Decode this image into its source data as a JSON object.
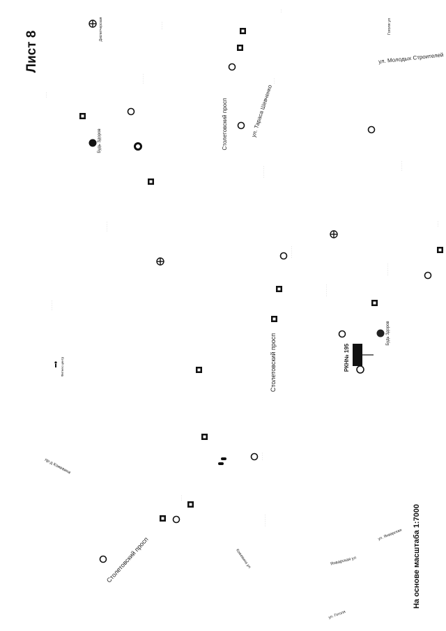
{
  "sheet": {
    "title": "Лист 8",
    "scale_note": "На основе масштаба 1:7000"
  },
  "marker": {
    "label": "РКН№ 195"
  },
  "streets": [
    "Столетовский просп",
    "Столетовский просп",
    "Столетовский просп",
    "ул. Тараса Шевченко",
    "ул. Молодых Строителей",
    "Январская ул",
    "ул. Январская",
    "пр-д Кожевина",
    "Кожевина ул",
    "Гоголя ул",
    "ул. Гоголя"
  ],
  "places": [
    "Будь Здоров",
    "Будь Здоров",
    "Диспетчерская",
    "Фитнес центр"
  ],
  "symbols": {
    "map_marker": "map-marker-icon",
    "open_circle": "open-circle-icon",
    "filled_dot": "filled-dot-icon",
    "square_sign": "square-sign-icon",
    "crossed_circle": "crossed-circle-icon",
    "person": "person-icon"
  },
  "colors": {
    "ink": "#111111",
    "faint": "#9a9a9a",
    "paper": "#ffffff"
  }
}
